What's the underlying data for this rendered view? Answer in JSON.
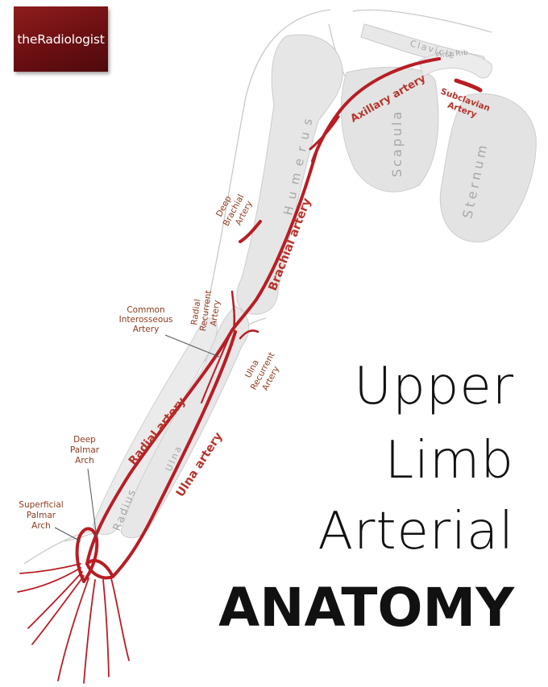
{
  "logo": {
    "text": "theRadiologist"
  },
  "title": {
    "line1": "Upper",
    "line2": "Limb",
    "line3": "Arterial",
    "line4": "ANATOMY"
  },
  "bones": {
    "clavicle": "Clavicle",
    "first_rib": "First Rib",
    "humerus": "Humerus",
    "scapula": "Scapula",
    "sternum": "Sternum",
    "ulna": "Ulna",
    "radius": "Radius"
  },
  "arteries": {
    "axillary": "Axillary artery",
    "brachial": "Brachial artery",
    "radial": "Radial artery",
    "ulna": "Ulna artery",
    "subclavian": [
      "Subclavian",
      "Artery"
    ],
    "deep_brachial": [
      "Deep",
      "Brachial",
      "Artery"
    ],
    "radial_recurrent": [
      "Radial",
      "Recurrent",
      "Artery"
    ],
    "ulna_recurrent": [
      "Ulna",
      "Recurrent",
      "Artery"
    ],
    "common_interosseous": [
      "Common",
      "Interosseous",
      "Artery"
    ],
    "deep_palmar_arch": [
      "Deep",
      "Palmar",
      "Arch"
    ],
    "superficial_palmar_arch": [
      "Superficial",
      "Palmar",
      "Arch"
    ]
  },
  "colors": {
    "artery": "#b81d24",
    "bone": "#e6e6e6",
    "logo_bg": "#6b0f12",
    "label": "#8e3a1e"
  }
}
